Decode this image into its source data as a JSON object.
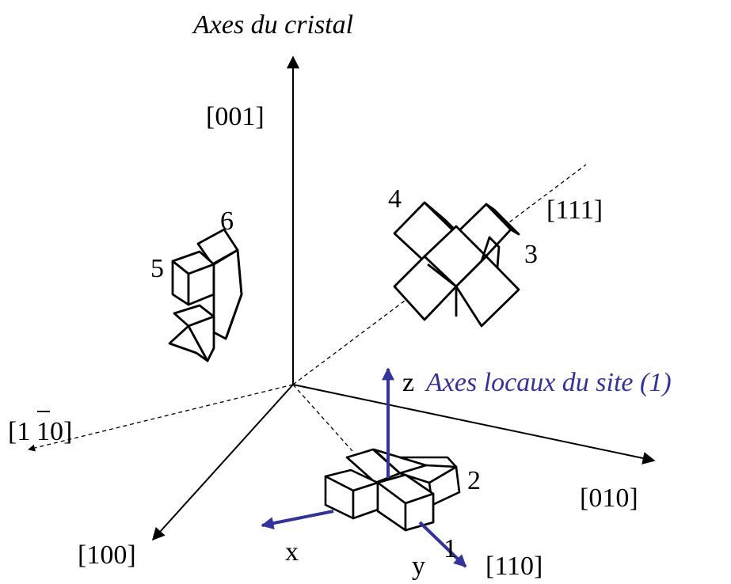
{
  "title": "Axes du cristal",
  "axes": {
    "a001": "[001]",
    "a010": "[010]",
    "a100": "[100]",
    "a110": "[110]",
    "a111": "[111]",
    "a1m10_prefix": "[1",
    "a1m10_bar": "1",
    "a1m10_suffix": "0]"
  },
  "local_axes": {
    "title": "Axes locaux du site (1)",
    "x": "x",
    "y": "y",
    "z": "z"
  },
  "sites": {
    "s1": "1",
    "s2": "2",
    "s3": "3",
    "s4": "4",
    "s5": "5",
    "s6": "6"
  },
  "colors": {
    "axis": "#000000",
    "local_axis": "#333399"
  }
}
